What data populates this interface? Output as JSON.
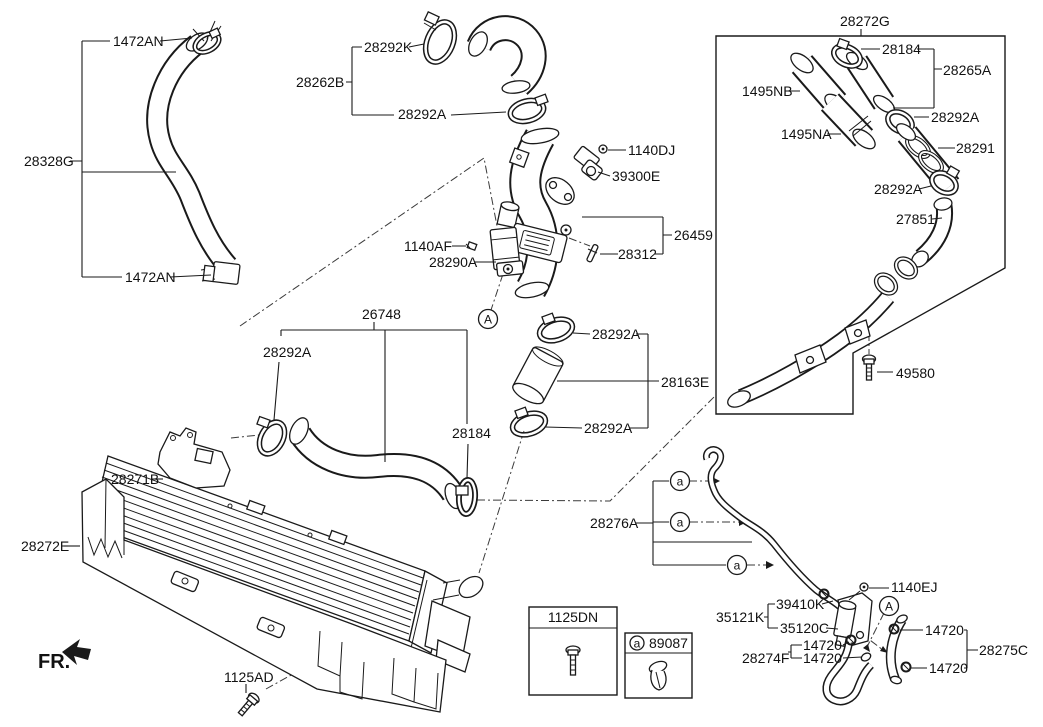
{
  "parts": {
    "p1472an": "1472AN",
    "p28328g": "28328G",
    "p28292k": "28292K",
    "p28262b": "28262B",
    "p28292a": "28292A",
    "p1140dj": "1140DJ",
    "p39300e": "39300E",
    "p1140af": "1140AF",
    "p28290a": "28290A",
    "p26459": "26459",
    "p28312": "28312",
    "p26748": "26748",
    "p28163e": "28163E",
    "p28184": "28184",
    "p28271b": "28271B",
    "p28272e": "28272E",
    "p1125ad": "1125AD",
    "p1125dn": "1125DN",
    "p89087": "89087",
    "p28272g": "28272G",
    "p28265a": "28265A",
    "p1495nb": "1495NB",
    "p1495na": "1495NA",
    "p28291": "28291",
    "p27851": "27851",
    "p49580": "49580",
    "p28276a": "28276A",
    "p1140ej": "1140EJ",
    "p39410k": "39410K",
    "p35121k": "35121K",
    "p35120c": "35120C",
    "p28274f": "28274F",
    "p14720": "14720",
    "p28275c": "28275C"
  },
  "annotations": {
    "fr": "FR.",
    "callout_small": "a",
    "callout_big": "A"
  }
}
